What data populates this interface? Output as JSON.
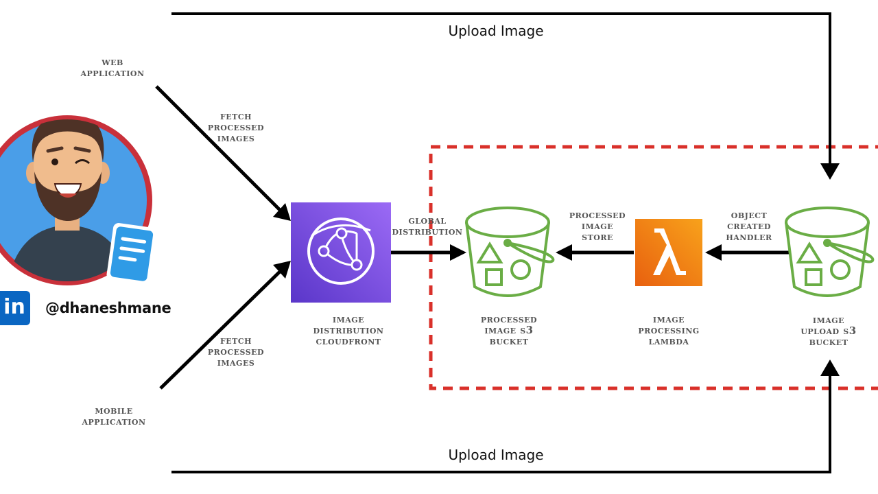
{
  "labels": {
    "upload_top": "Upload Image",
    "upload_bottom": "Upload Image",
    "web_app": [
      "Web",
      "Application"
    ],
    "mobile_app": [
      "Mobile",
      "Application"
    ],
    "fetch_top": [
      "Fetch",
      "Processed",
      "Images"
    ],
    "fetch_bottom": [
      "Fetch",
      "Processed",
      "Images"
    ],
    "cloudfront": [
      "Image",
      "Distribution",
      "CloudFront"
    ],
    "global_distribution": [
      "Global",
      "Distribution"
    ],
    "processed_bucket": [
      "Processed",
      "Image S3",
      "Bucket"
    ],
    "processed_store": [
      "Processed",
      "Image",
      "Store"
    ],
    "lambda": [
      "Image",
      "Processing",
      "Lambda"
    ],
    "object_created": [
      "Object",
      "Created",
      "Handler"
    ],
    "upload_bucket": [
      "Image",
      "Upload S3",
      "Bucket"
    ]
  },
  "profile": {
    "handle": "@dhaneshmane",
    "linkedin_text": "in"
  },
  "colors": {
    "cloudfront": "#7b4fe0",
    "lambda": "#f08a12",
    "s3": "#6aad45",
    "dashed_border": "#d9302a",
    "avatar_ring": "#c9303a",
    "avatar_bg": "#4a9ee8",
    "linkedin": "#0a66c2",
    "doc_badge": "#2f9be6"
  },
  "icons": {
    "cloudfront": "cloudfront-globe-icon",
    "lambda": "lambda-icon",
    "s3": "s3-bucket-icon"
  }
}
